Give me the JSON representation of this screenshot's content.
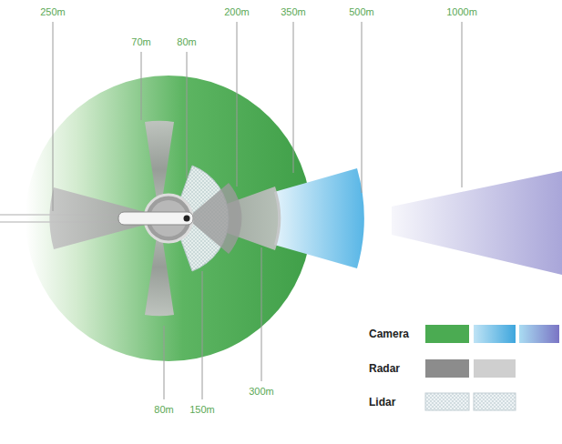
{
  "diagram": {
    "labels": [
      "250m",
      "70m",
      "80m",
      "200m",
      "350m",
      "500m",
      "1000m",
      "300m",
      "80m",
      "150m"
    ],
    "legend": [
      {
        "text": "Camera",
        "color": "#4bab52"
      },
      {
        "text": "Radar",
        "color": "#8c8c8c"
      },
      {
        "text": "Lidar"
      }
    ]
  }
}
